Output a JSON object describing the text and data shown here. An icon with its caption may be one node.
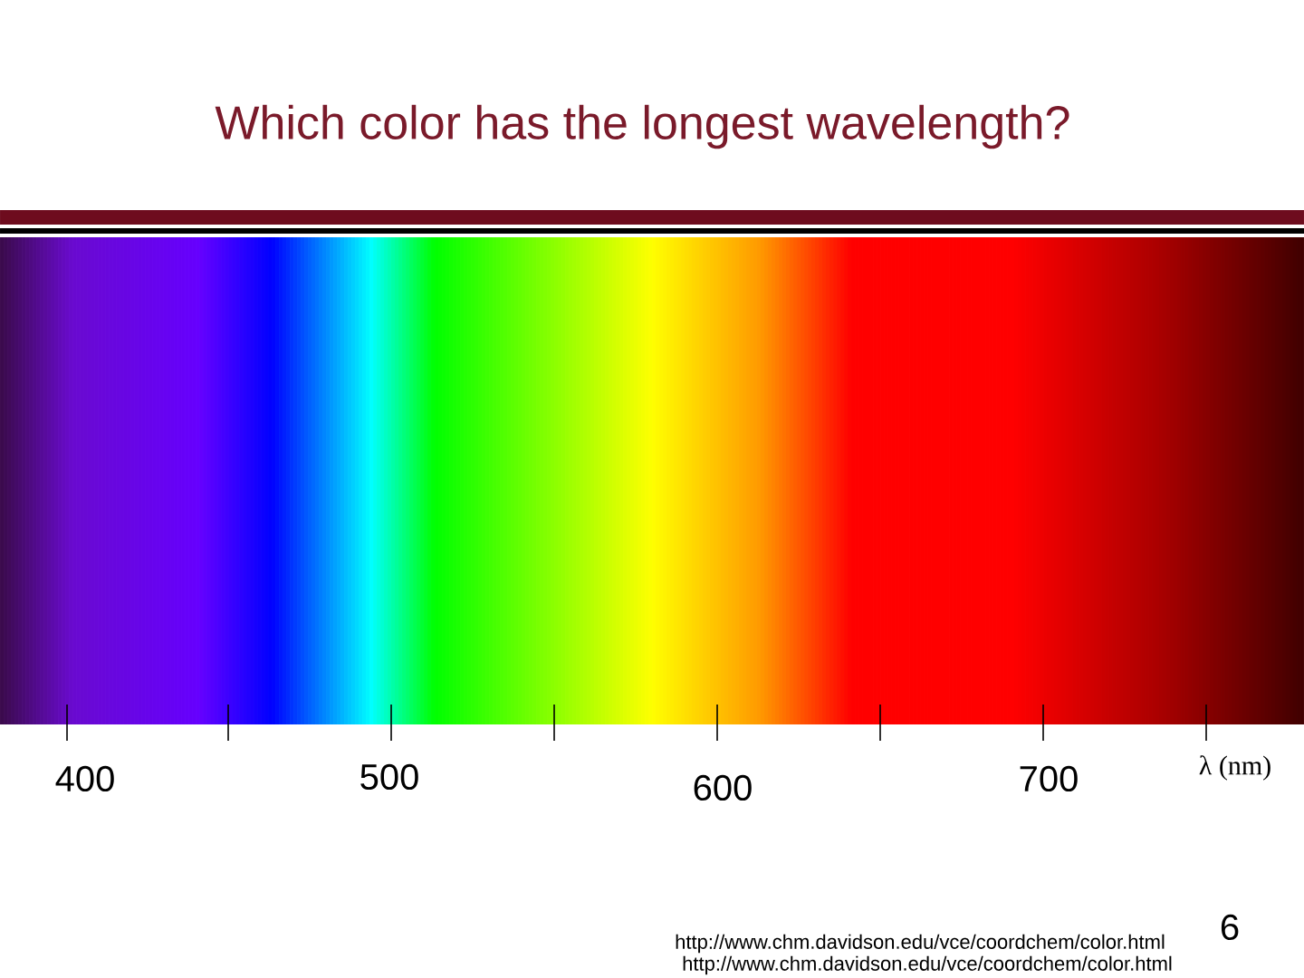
{
  "diagram": {
    "title": "Which color has the longest wavelength?",
    "labels": [
      "400",
      "500",
      "600",
      "700",
      "λ (nm)",
      "http://www.chm.davidson.edu/vce/coordchem/color.html",
      "http://www.chm.davidson.edu/vce/coordchem/color.html",
      "6"
    ]
  }
}
